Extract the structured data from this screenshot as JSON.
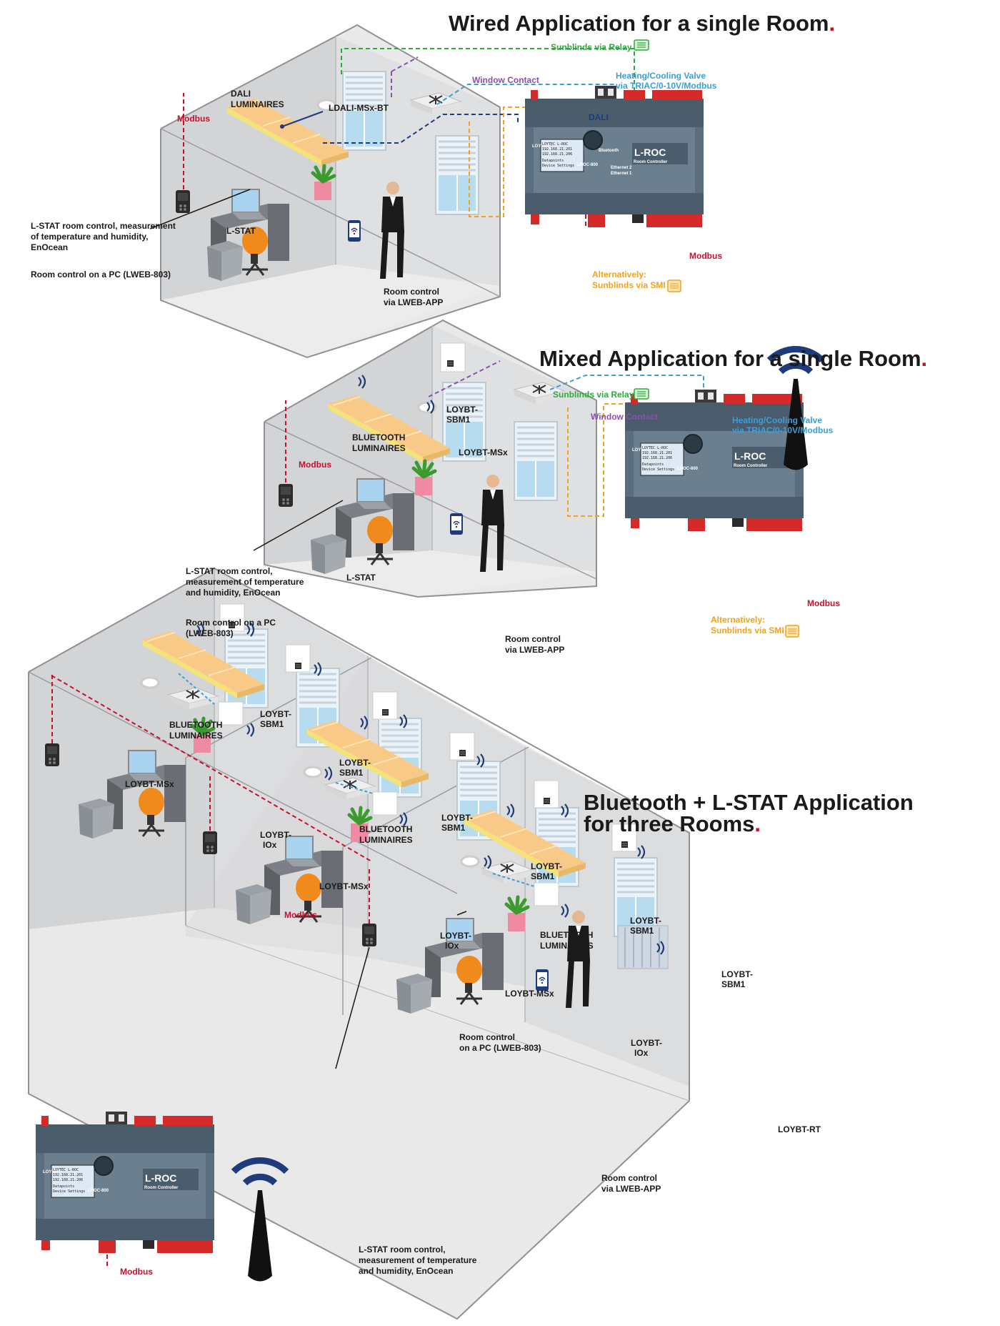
{
  "titles": {
    "wired": "Wired Application for a single Room",
    "mixed": "Mixed Application for a single Room",
    "bt_line1": "Bluetooth + L-STAT Application",
    "bt_line2": "for three Rooms",
    "dot": "."
  },
  "wired": {
    "sunblinds_relay": "Sunblinds via Relay",
    "window_contact": "Window Contact",
    "valve_line1": "Heating/Cooling Valve",
    "valve_line2": "via TRIAC/0-10V/Modbus",
    "dali": "DALI",
    "dali_lum_line1": "DALI",
    "dali_lum_line2": "LUMINAIRES",
    "ldali": "LDALI-MSx-BT",
    "modbus_top": "Modbus",
    "lstat": "L-STAT",
    "lstat_desc_line1": "L-STAT room control, measurement",
    "lstat_desc_line2": "of temperature and humidity,",
    "lstat_desc_line3": "EnOcean",
    "pc_desc": "Room control on a PC (LWEB-803)",
    "app_line1": "Room control",
    "app_line2": "via LWEB-APP",
    "alt_line1": "Alternatively:",
    "alt_line2": "Sunblinds via SMI",
    "modbus_bottom": "Modbus"
  },
  "mixed": {
    "sunblinds_relay": "Sunblinds via Relay",
    "window_contact": "Window Contact",
    "valve_line1": "Heating/Cooling Valve",
    "valve_line2": "via TRIAC/0-10V/Modbus",
    "loybt_sbm1_line1": "LOYBT-",
    "loybt_sbm1_line2": "SBM1",
    "bt_lum_line1": "BLUETOOTH",
    "bt_lum_line2": "LUMINAIRES",
    "loybt_msx": "LOYBT-MSx",
    "modbus_top": "Modbus",
    "lstat": "L-STAT",
    "lstat_desc_line1": "L-STAT room control,",
    "lstat_desc_line2": "measurement of temperature",
    "lstat_desc_line3": "and humidity, EnOcean",
    "pc_line1": "Room control on a PC",
    "pc_line2": "(LWEB-803)",
    "app_line1": "Room control",
    "app_line2": "via LWEB-APP",
    "alt_line1": "Alternatively:",
    "alt_line2": "Sunblinds via SMI",
    "modbus_bottom": "Modbus"
  },
  "bt": {
    "lum1_line1": "BLUETOOTH",
    "lum1_line2": "LUMINAIRES",
    "sbm_a_line1": "LOYBT-",
    "sbm_a_line2": "SBM1",
    "sbm_b_line1": "LOYBT-",
    "sbm_b_line2": "SBM1",
    "msx1": "LOYBT-MSx",
    "iox1_line1": "LOYBT-",
    "iox1_line2": "IOx",
    "lum2_line1": "BLUETOOTH",
    "lum2_line2": "LUMINAIRES",
    "sbm_c_line1": "LOYBT-",
    "sbm_c_line2": "SBM1",
    "sbm_d_line1": "LOYBT-",
    "sbm_d_line2": "SBM1",
    "msx2": "LOYBT-MSx",
    "iox2_line1": "LOYBT-",
    "iox2_line2": "IOx",
    "modbus_mid": "Modbus",
    "lum3_line1": "BLUETOOTH",
    "lum3_line2": "LUMINAIRES",
    "sbm_e_line1": "LOYBT-",
    "sbm_e_line2": "SBM1",
    "sbm_f_line1": "LOYBT-",
    "sbm_f_line2": "SBM1",
    "msx3": "LOYBT-MSx",
    "iox3_line1": "LOYBT-",
    "iox3_line2": "IOx",
    "pc_line1": "Room control",
    "pc_line2": "on a PC (LWEB-803)",
    "app_line1": "Room control",
    "app_line2": "via LWEB-APP",
    "rt": "LOYBT-RT",
    "lstat_desc_line1": "L-STAT room control,",
    "lstat_desc_line2": "measurement of temperature",
    "lstat_desc_line3": "and humidity, EnOcean",
    "modbus_bottom": "Modbus"
  },
  "controller": {
    "brand": "LOYTEC",
    "model": "LROC-800",
    "name": "L-ROC",
    "subtitle": "Room Controller",
    "bluetooth": "Bluetooth",
    "eth1": "Ethernet 1",
    "eth2": "Ethernet 2",
    "screen_line1": "LOYTEC L-ROC",
    "screen_line2": "192.168.21.201",
    "screen_line3": "192.168.21.206",
    "screen_line4": "Datapoints",
    "screen_line5": "Device Settings"
  },
  "colors": {
    "modbus": "#c8102e",
    "relay": "#2eaa3c",
    "window": "#8a4fb0",
    "valve": "#3a9fd8",
    "dali": "#1f3b7a",
    "smi": "#f0a21f",
    "wifi": "#1f3b7a",
    "controller": "#5a6e7e",
    "terminal": "#d42a2a"
  },
  "icons": [
    "relay-icon",
    "smi-icon",
    "antenna-icon",
    "wifi-icon",
    "bluetooth-wave-icon",
    "phone-icon",
    "lstat-icon",
    "sbm1-icon"
  ]
}
